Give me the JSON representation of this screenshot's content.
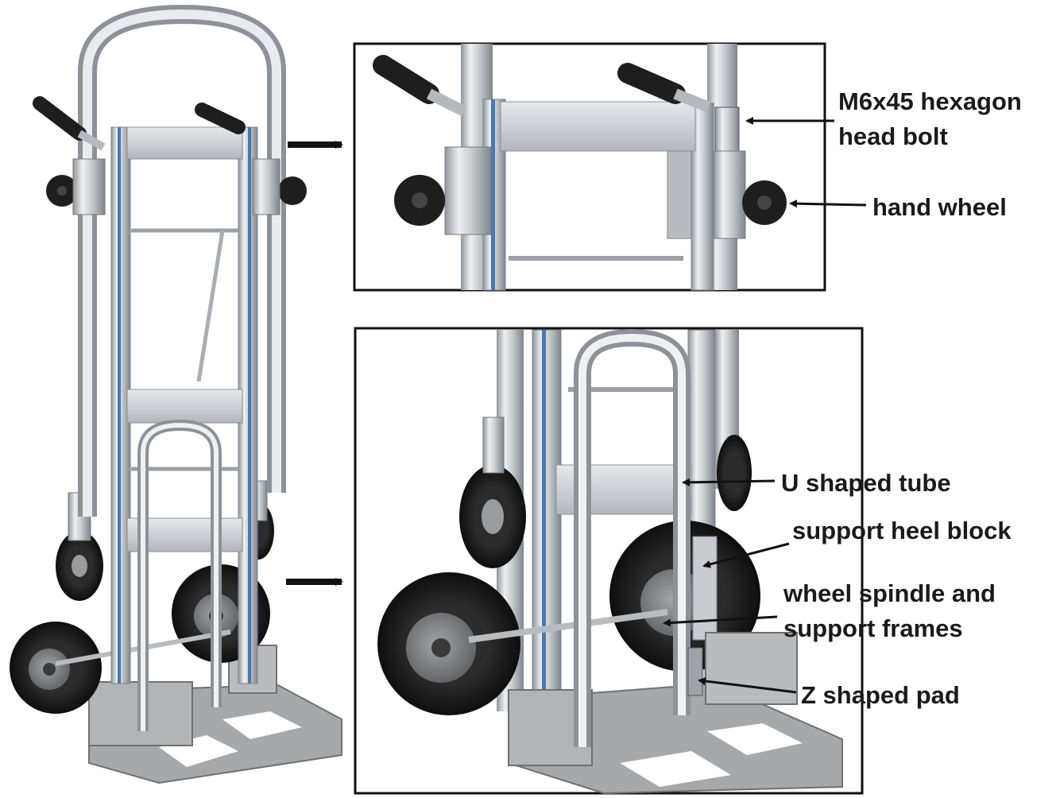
{
  "labels": {
    "bolt_line1": "M6x45 hexagon",
    "bolt_line2": "head bolt",
    "hand_wheel": "hand wheel",
    "u_tube": "U shaped tube",
    "heel_block": "support heel block",
    "spindle_line1": "wheel spindle and",
    "spindle_line2": "support frames",
    "z_pad": "Z shaped pad"
  },
  "colors": {
    "frame": "#c9ccd1",
    "frame_edge": "#8d939b",
    "blue_strip": "#4a78b0",
    "tire": "#1b1b1b",
    "hub": "#7d7f82",
    "plate": "#9d9fa2",
    "handle": "#1e1e1e",
    "arrow": "#111111"
  }
}
